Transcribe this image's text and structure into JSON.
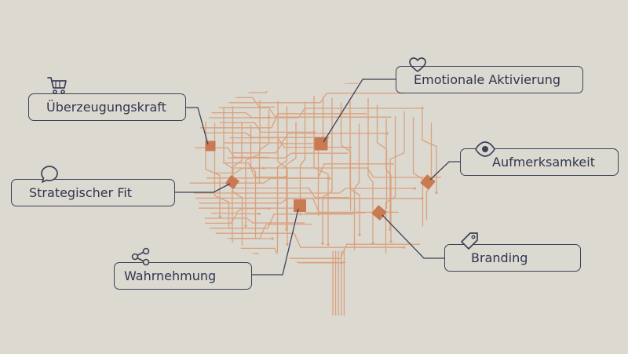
{
  "colors": {
    "background": "#dcd9d1",
    "circuit_trace": "#d9a27e",
    "chip": "#c97a52",
    "outline": "#3d4258",
    "text": "#2f3550"
  },
  "labels": {
    "persuasion": {
      "text": "Überzeugungskraft",
      "icon": "shopping-cart-icon"
    },
    "emotional": {
      "text": "Emotionale Aktivierung",
      "icon": "heart-icon"
    },
    "attention": {
      "text": "Aufmerksamkeit",
      "icon": "eye-icon"
    },
    "strategic": {
      "text": "Strategischer Fit",
      "icon": "speech-bubble-icon"
    },
    "branding": {
      "text": "Branding",
      "icon": "price-tag-icon"
    },
    "perception": {
      "text": "Wahrnehmung",
      "icon": "share-nodes-icon"
    }
  }
}
